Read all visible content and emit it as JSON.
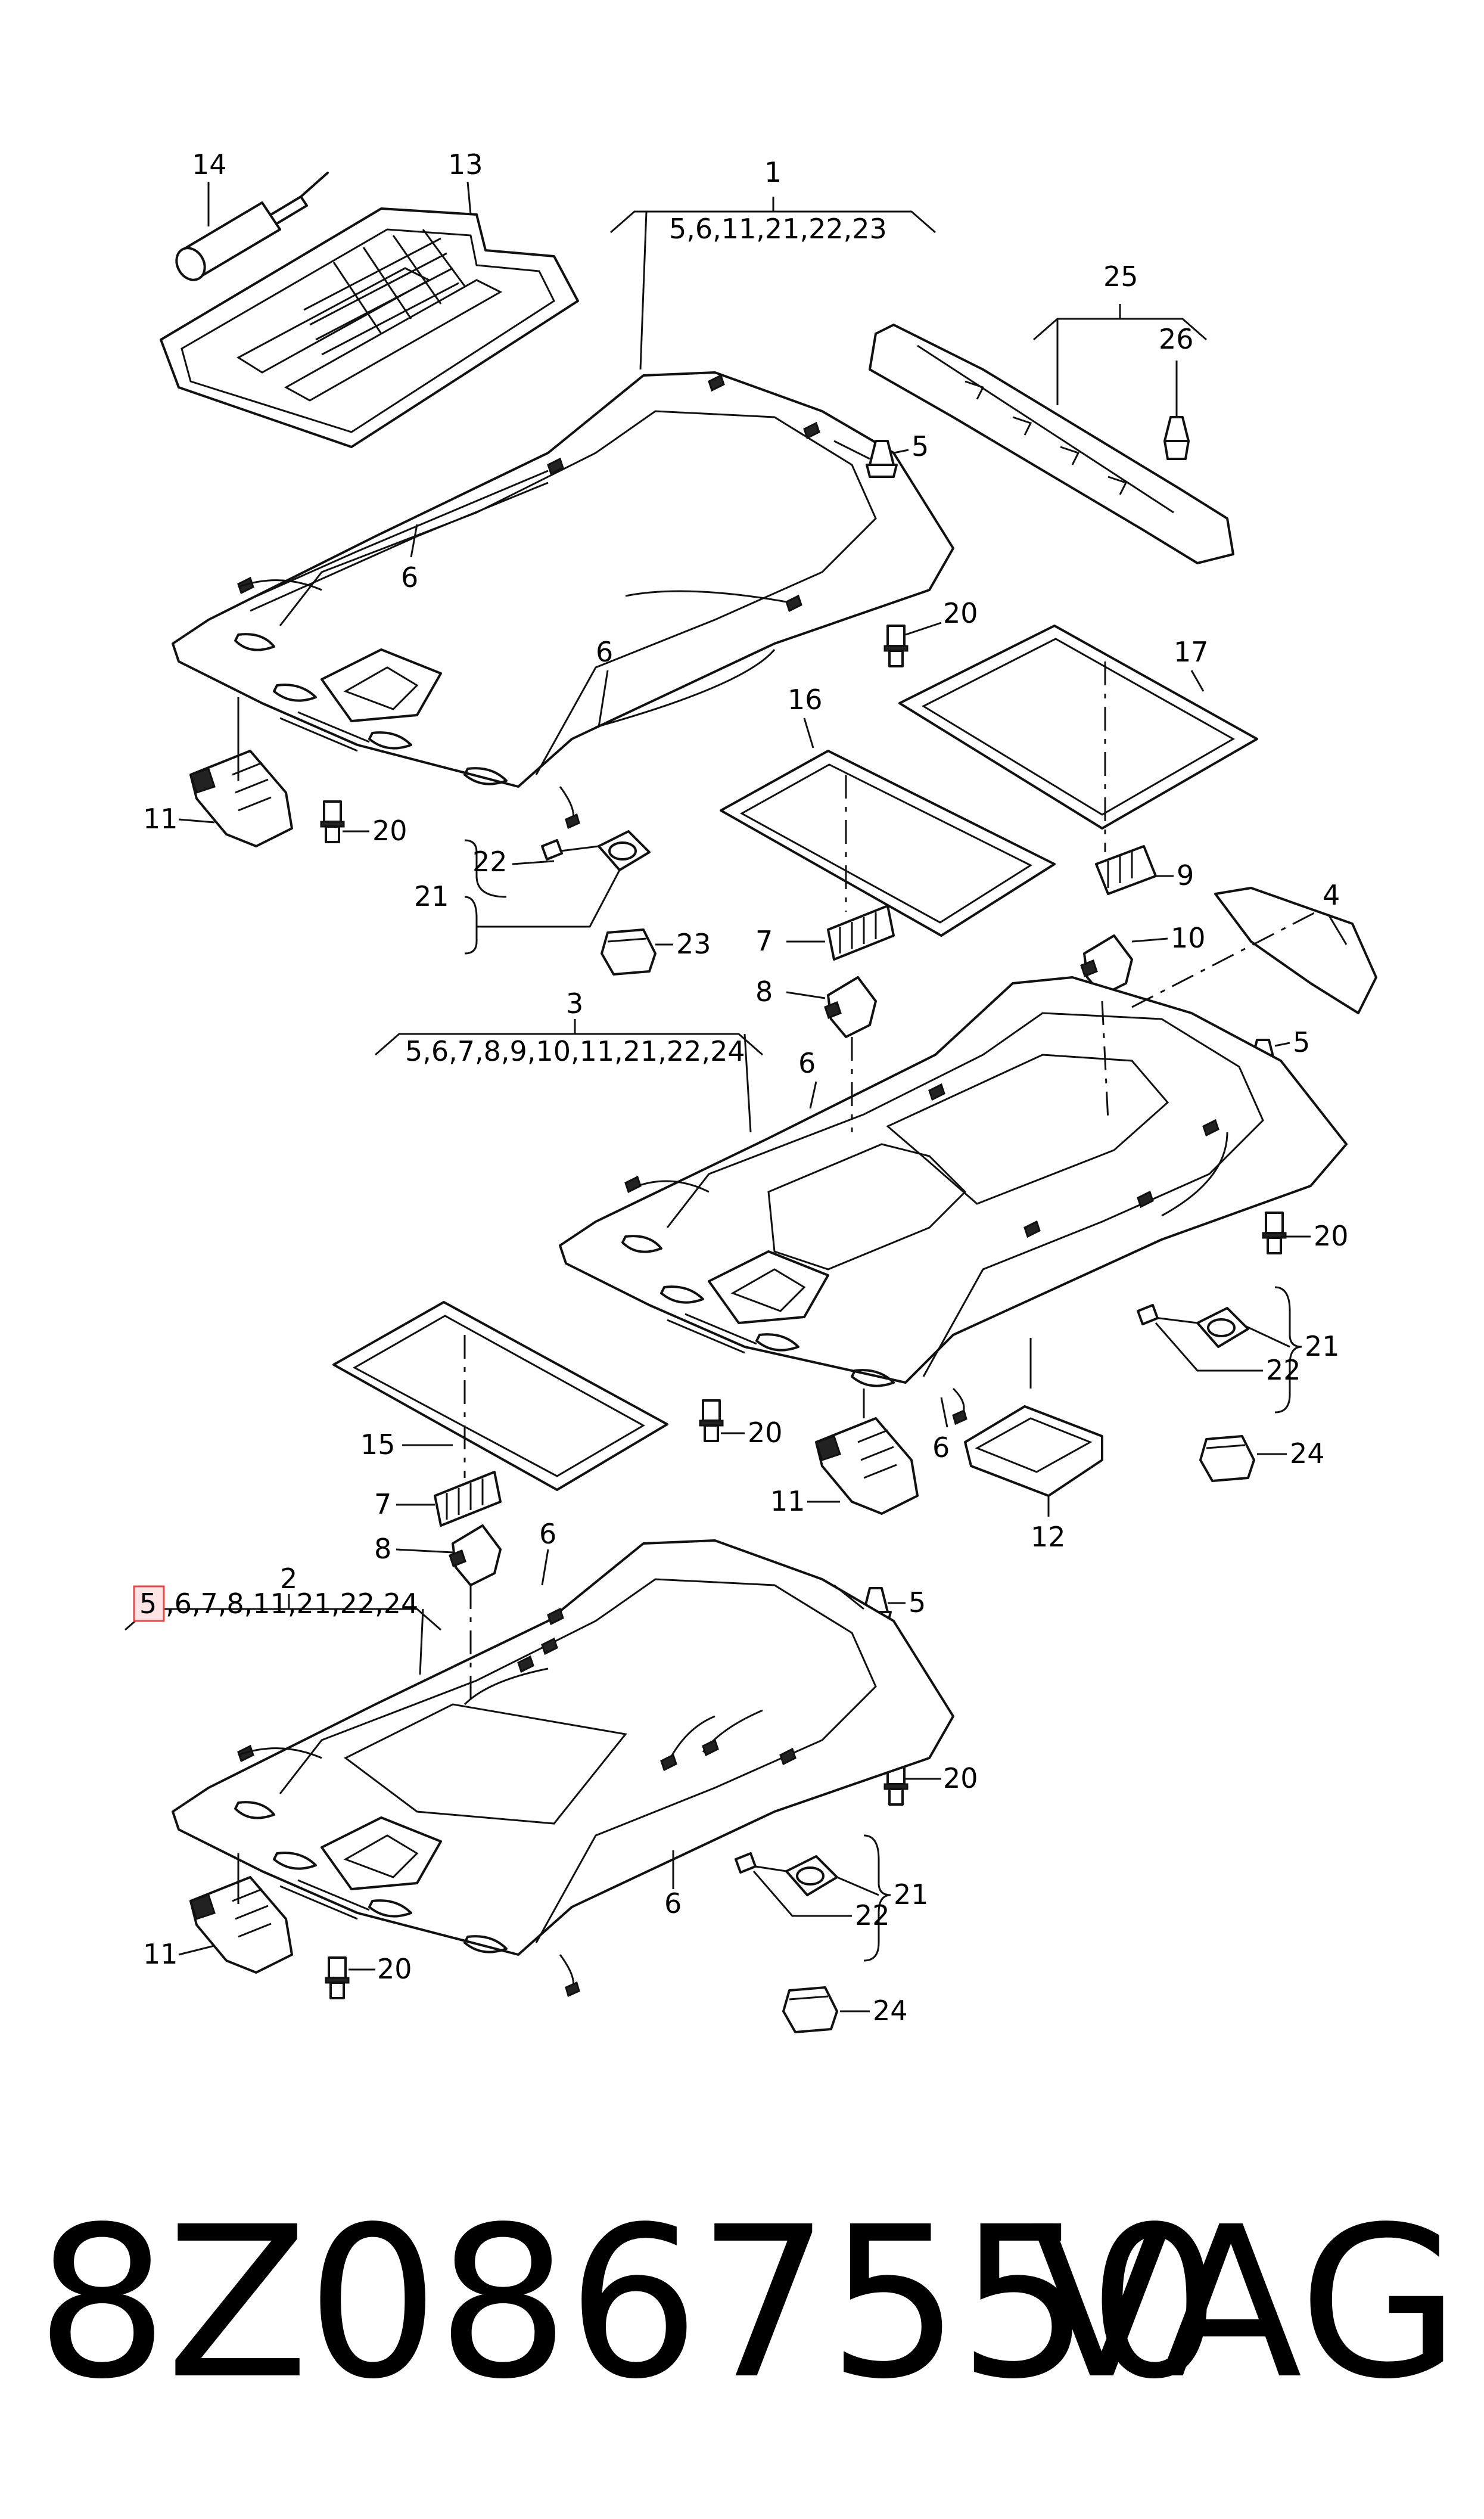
{
  "diagram": {
    "callouts": {
      "c1": "1",
      "c1_list": "5,6,11,21,22,23",
      "c2": "2",
      "c2_list_first": "5",
      "c2_list_rest": ",6,7,8,11,21,22,24",
      "c3": "3",
      "c3_list": "5,6,7,8,9,10,11,21,22,24",
      "c4": "4",
      "c5a": "5",
      "c5b": "5",
      "c5c": "5",
      "c6a": "6",
      "c6b": "6",
      "c6c": "6",
      "c6d": "6",
      "c6e": "6",
      "c6f": "6",
      "c7a": "7",
      "c7b": "7",
      "c8a": "8",
      "c8b": "8",
      "c9": "9",
      "c10": "10",
      "c11a": "11",
      "c11b": "11",
      "c11c": "11",
      "c12": "12",
      "c13": "13",
      "c14": "14",
      "c15": "15",
      "c16": "16",
      "c17": "17",
      "c20a": "20",
      "c20b": "20",
      "c20c": "20",
      "c20d": "20",
      "c20e": "20",
      "c20f": "20",
      "c21a": "21",
      "c21b": "21",
      "c21c": "21",
      "c22a": "22",
      "c22b": "22",
      "c22c": "22",
      "c23": "23",
      "c24a": "24",
      "c24b": "24",
      "c25": "25",
      "c26": "26"
    },
    "highlight_color": "#e04a4a"
  },
  "footer": {
    "part_number": "8Z0867550",
    "brand": "VAG"
  }
}
